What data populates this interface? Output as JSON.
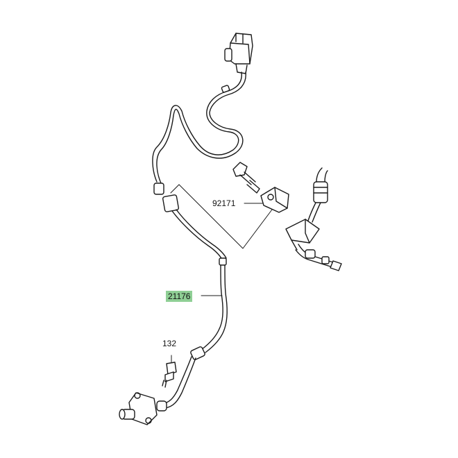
{
  "callouts": {
    "bracket_part": "92171",
    "sensor_part": "21176",
    "bolt_part": "132"
  },
  "colors": {
    "line": "#1a1a1a",
    "highlight": "#8fcf95",
    "background": "#ffffff"
  }
}
